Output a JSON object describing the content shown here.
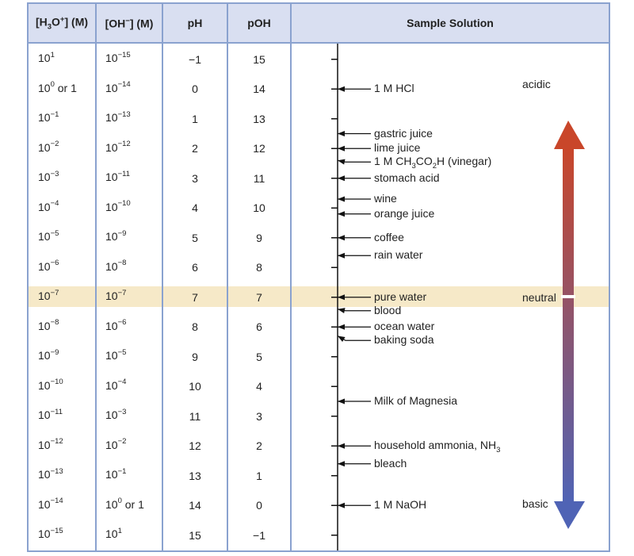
{
  "table": {
    "headers": [
      {
        "base": "[H",
        "sub": "3",
        "mid": "O",
        "sup": "+",
        "tail": "] (M)"
      },
      {
        "base": "[OH",
        "sup": "−",
        "tail": "] (M)"
      },
      {
        "base": "pH"
      },
      {
        "base": "pOH"
      },
      {
        "base": "Sample Solution"
      }
    ],
    "rows": [
      {
        "h3o": {
          "b": "10",
          "e": "1",
          "s": ""
        },
        "oh": {
          "b": "10",
          "e": "−15",
          "s": ""
        },
        "ph": "−1",
        "poh": "15"
      },
      {
        "h3o": {
          "b": "10",
          "e": "0",
          "s": " or 1"
        },
        "oh": {
          "b": "10",
          "e": "−14",
          "s": ""
        },
        "ph": "0",
        "poh": "14"
      },
      {
        "h3o": {
          "b": "10",
          "e": "−1",
          "s": ""
        },
        "oh": {
          "b": "10",
          "e": "−13",
          "s": ""
        },
        "ph": "1",
        "poh": "13"
      },
      {
        "h3o": {
          "b": "10",
          "e": "−2",
          "s": ""
        },
        "oh": {
          "b": "10",
          "e": "−12",
          "s": ""
        },
        "ph": "2",
        "poh": "12"
      },
      {
        "h3o": {
          "b": "10",
          "e": "−3",
          "s": ""
        },
        "oh": {
          "b": "10",
          "e": "−11",
          "s": ""
        },
        "ph": "3",
        "poh": "11"
      },
      {
        "h3o": {
          "b": "10",
          "e": "−4",
          "s": ""
        },
        "oh": {
          "b": "10",
          "e": "−10",
          "s": ""
        },
        "ph": "4",
        "poh": "10"
      },
      {
        "h3o": {
          "b": "10",
          "e": "−5",
          "s": ""
        },
        "oh": {
          "b": "10",
          "e": "−9",
          "s": ""
        },
        "ph": "5",
        "poh": "9"
      },
      {
        "h3o": {
          "b": "10",
          "e": "−6",
          "s": ""
        },
        "oh": {
          "b": "10",
          "e": "−8",
          "s": ""
        },
        "ph": "6",
        "poh": "8"
      },
      {
        "h3o": {
          "b": "10",
          "e": "−7",
          "s": ""
        },
        "oh": {
          "b": "10",
          "e": "−7",
          "s": ""
        },
        "ph": "7",
        "poh": "7"
      },
      {
        "h3o": {
          "b": "10",
          "e": "−8",
          "s": ""
        },
        "oh": {
          "b": "10",
          "e": "−6",
          "s": ""
        },
        "ph": "8",
        "poh": "6"
      },
      {
        "h3o": {
          "b": "10",
          "e": "−9",
          "s": ""
        },
        "oh": {
          "b": "10",
          "e": "−5",
          "s": ""
        },
        "ph": "9",
        "poh": "5"
      },
      {
        "h3o": {
          "b": "10",
          "e": "−10",
          "s": ""
        },
        "oh": {
          "b": "10",
          "e": "−4",
          "s": ""
        },
        "ph": "10",
        "poh": "4"
      },
      {
        "h3o": {
          "b": "10",
          "e": "−11",
          "s": ""
        },
        "oh": {
          "b": "10",
          "e": "−3",
          "s": ""
        },
        "ph": "11",
        "poh": "3"
      },
      {
        "h3o": {
          "b": "10",
          "e": "−12",
          "s": ""
        },
        "oh": {
          "b": "10",
          "e": "−2",
          "s": ""
        },
        "ph": "12",
        "poh": "2"
      },
      {
        "h3o": {
          "b": "10",
          "e": "−13",
          "s": ""
        },
        "oh": {
          "b": "10",
          "e": "−1",
          "s": ""
        },
        "ph": "13",
        "poh": "1"
      },
      {
        "h3o": {
          "b": "10",
          "e": "−14",
          "s": ""
        },
        "oh": {
          "b": "10",
          "e": "0",
          "s": " or 1"
        },
        "ph": "14",
        "poh": "0"
      },
      {
        "h3o": {
          "b": "10",
          "e": "−15",
          "s": ""
        },
        "oh": {
          "b": "10",
          "e": "1",
          "s": ""
        },
        "ph": "15",
        "poh": "−1"
      }
    ],
    "neutral_row_index": 8
  },
  "samples": [
    {
      "name": "1 M HCl",
      "ph": 0
    },
    {
      "name": "gastric juice",
      "ph": 1.5
    },
    {
      "name": "lime juice",
      "ph": 2
    },
    {
      "name": "1 M CH3CO2H (vinegar)",
      "parts": [
        "1 M CH",
        "3",
        "CO",
        "2",
        "H (vinegar)"
      ],
      "ph": 2.4
    },
    {
      "name": "stomach acid",
      "ph": 3
    },
    {
      "name": "wine",
      "ph": 3.7
    },
    {
      "name": "orange juice",
      "ph": 4.2
    },
    {
      "name": "coffee",
      "ph": 5
    },
    {
      "name": "rain water",
      "ph": 5.6
    },
    {
      "name": "pure water",
      "ph": 7
    },
    {
      "name": "blood",
      "ph": 7.4
    },
    {
      "name": "ocean water",
      "ph": 8
    },
    {
      "name": "baking soda",
      "ph": 8.3
    },
    {
      "name": "Milk of Magnesia",
      "ph": 10.5
    },
    {
      "name": "household ammonia, NH3",
      "parts": [
        "household ammonia, NH",
        "3"
      ],
      "ph": 12
    },
    {
      "name": "bleach",
      "ph": 12.6
    },
    {
      "name": "1 M NaOH",
      "ph": 14
    }
  ],
  "scale_labels": {
    "acidic": "acidic",
    "neutral": "neutral",
    "basic": "basic"
  },
  "colors": {
    "header_bg": "#d9dff1",
    "grid": "#8aa2cf",
    "neutral_band": "#f6e9c8",
    "arrow_top": "#c9462a",
    "arrow_bottom": "#4f63b5"
  }
}
